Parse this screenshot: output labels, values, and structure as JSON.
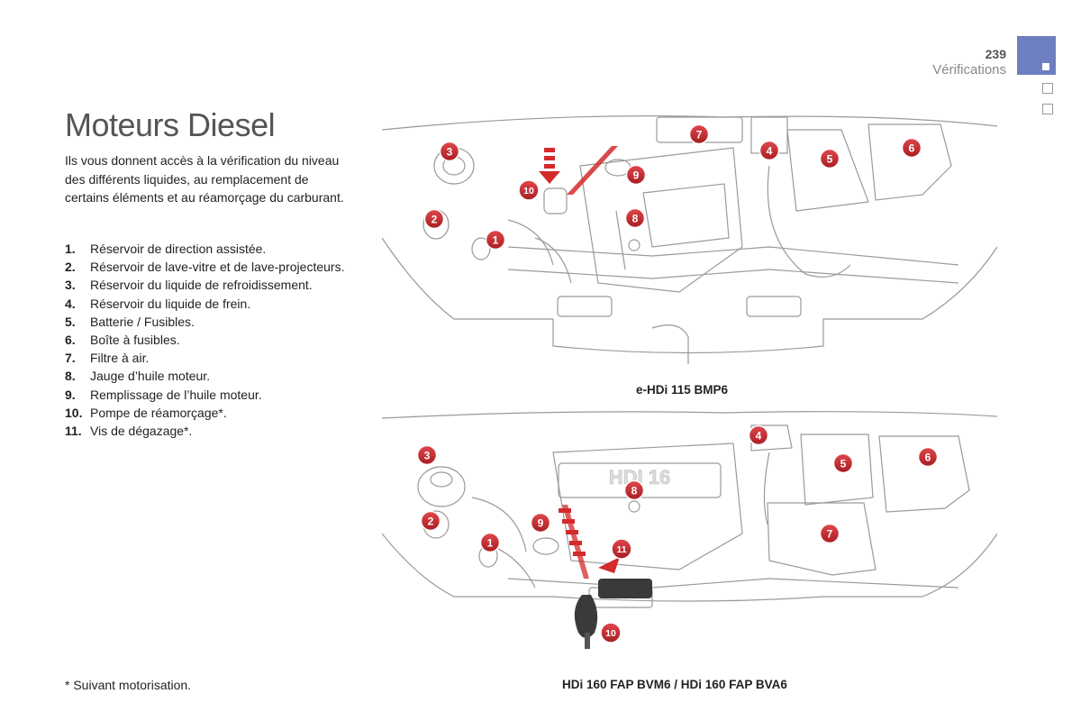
{
  "header": {
    "page_number": "239",
    "section": "Vérifications"
  },
  "title": "Moteurs Diesel",
  "intro": "Ils vous donnent accès à la vérification du niveau des différents liquides, au remplacement de certains éléments et au réamorçage du carburant.",
  "items": [
    {
      "num": "1.",
      "text": "Réservoir de direction assistée."
    },
    {
      "num": "2.",
      "text": "Réservoir de lave-vitre et de lave-projecteurs."
    },
    {
      "num": "3.",
      "text": "Réservoir du liquide de refroidissement."
    },
    {
      "num": "4.",
      "text": "Réservoir du liquide de frein."
    },
    {
      "num": "5.",
      "text": "Batterie / Fusibles."
    },
    {
      "num": "6.",
      "text": "Boîte à fusibles."
    },
    {
      "num": "7.",
      "text": "Filtre à air."
    },
    {
      "num": "8.",
      "text": "Jauge d’huile moteur."
    },
    {
      "num": "9.",
      "text": "Remplissage de l’huile moteur."
    },
    {
      "num": "10.",
      "text": "Pompe de réamorçage*."
    },
    {
      "num": "11.",
      "text": "Vis de dégazage*."
    }
  ],
  "footnote": "* Suivant motorisation.",
  "diagrams": [
    {
      "caption": "e-HDi 115 BMP6",
      "badges": [
        "1",
        "2",
        "3",
        "4",
        "5",
        "6",
        "7",
        "8",
        "9",
        "10"
      ]
    },
    {
      "caption": "HDi 160 FAP BVM6 / HDi 160 FAP BVA6",
      "engine_label": "HDI 16",
      "badges": [
        "1",
        "2",
        "3",
        "4",
        "5",
        "6",
        "7",
        "8",
        "9",
        "10",
        "11"
      ]
    }
  ],
  "colors": {
    "accent_tab": "#6d7fc0",
    "badge_red": "#c8282e",
    "diagram_line": "#9a9a9a",
    "arrow_red": "#d42a2a"
  }
}
